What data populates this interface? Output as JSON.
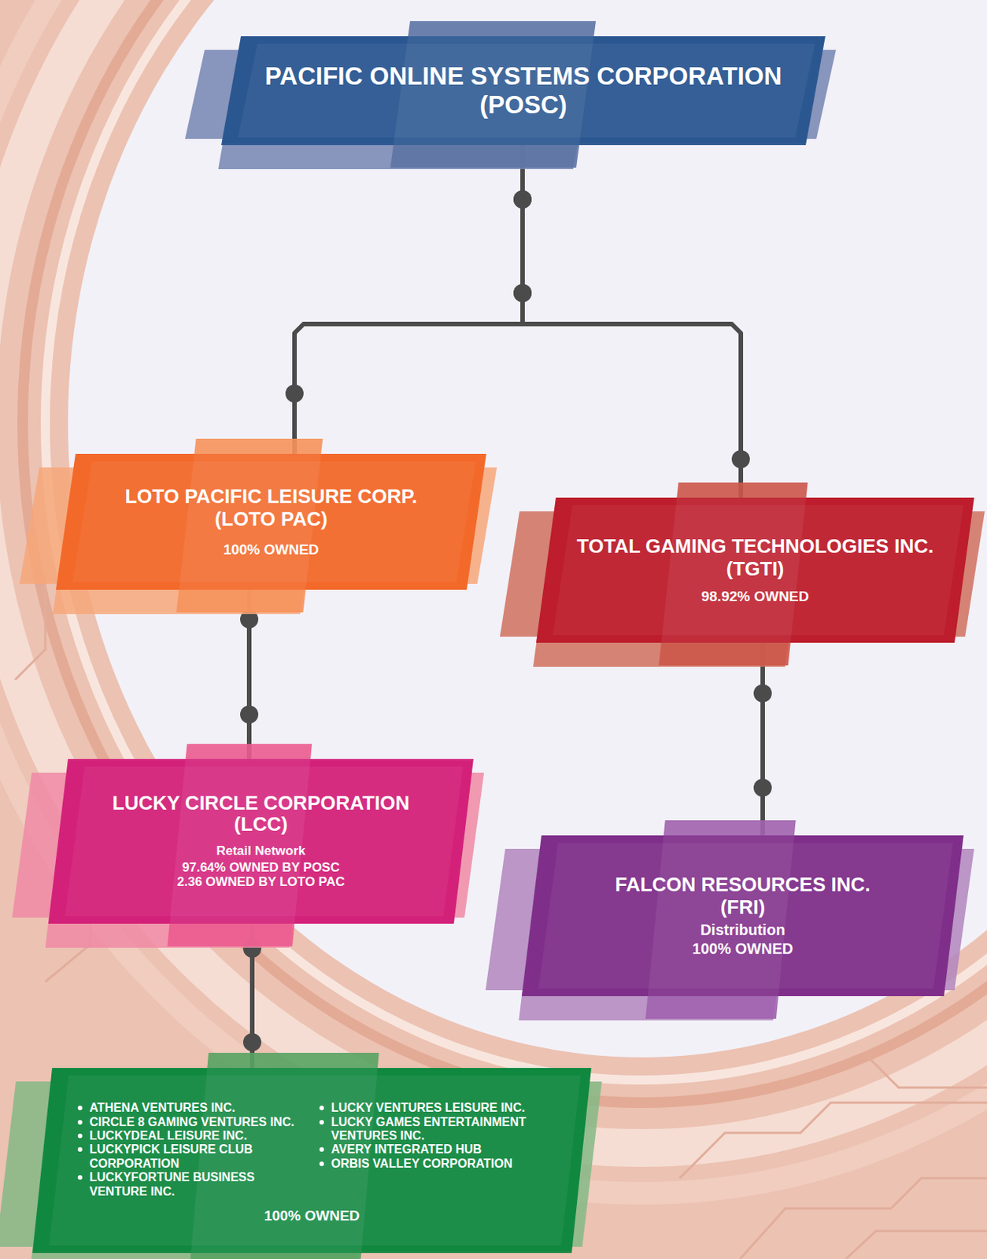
{
  "diagram": {
    "nodes": [
      {
        "text": [
          "PACIFIC ONLINE SYSTEMS CORPORATION (POSC)"
        ]
      },
      {
        "text": [
          "LOTO PACIFIC LEISURE CORP. (LOTO PAC)",
          "100% OWNED"
        ]
      },
      {
        "text": [
          "TOTAL GAMING TECHNOLOGIES INC. (TGTI)",
          "98.92% OWNED"
        ]
      },
      {
        "text": [
          "LUCKY CIRCLE CORPORATION (LCC)",
          "Retail Network",
          "97.64% OWNED BY POSC",
          "2.36 OWNED BY LOTO PAC"
        ]
      },
      {
        "text": [
          "FALCON RESOURCES INC. (FRI)",
          "Distribution",
          "100% OWNED"
        ]
      },
      {
        "text": [
          "ATHENA VENTURES INC.",
          "CIRCLE 8 GAMING VENTURES INC.",
          "LUCKYDEAL LEISURE INC.",
          "LUCKYPICK LEISURE CLUB CORPORATION",
          "LUCKYFORTUNE BUSINESS VENTURE INC.",
          "LUCKY VENTURES LEISURE INC.",
          "LUCKY GAMES ENTERTAINMENT VENTURES INC.",
          "AVERY INTEGRATED HUB",
          "ORBIS VALLEY CORPORATION",
          "100% OWNED"
        ]
      }
    ],
    "edges": [
      {
        "from": 0,
        "to": 1,
        "arrow": "none"
      },
      {
        "from": 0,
        "to": 2,
        "arrow": "none"
      },
      {
        "from": 1,
        "to": 3,
        "arrow": "none"
      },
      {
        "from": 2,
        "to": 4,
        "arrow": "none"
      },
      {
        "from": 3,
        "to": 5,
        "arrow": "none"
      }
    ]
  }
}
